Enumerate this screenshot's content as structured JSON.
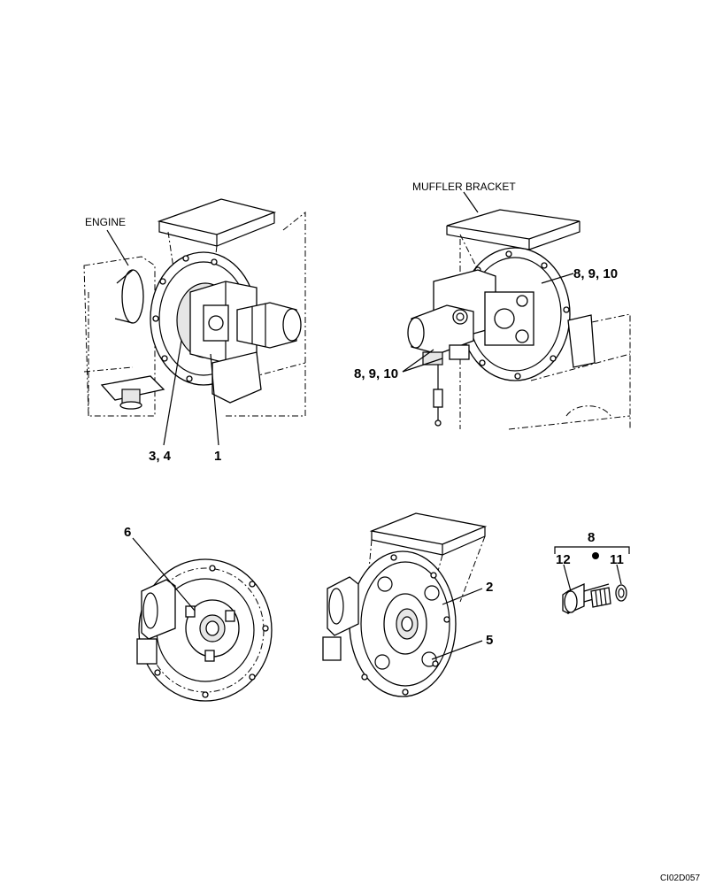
{
  "labels": {
    "engine": "ENGINE",
    "muffler_bracket": "MUFFLER BRACKET",
    "callout_3_4": "3, 4",
    "callout_1": "1",
    "callout_8_9_10_upper": "8, 9, 10",
    "callout_8_9_10_lower": "8, 9, 10",
    "callout_6": "6",
    "callout_2": "2",
    "callout_5": "5",
    "callout_8": "8",
    "callout_12": "12",
    "callout_11": "11",
    "drawing_code": "CI02D057"
  }
}
